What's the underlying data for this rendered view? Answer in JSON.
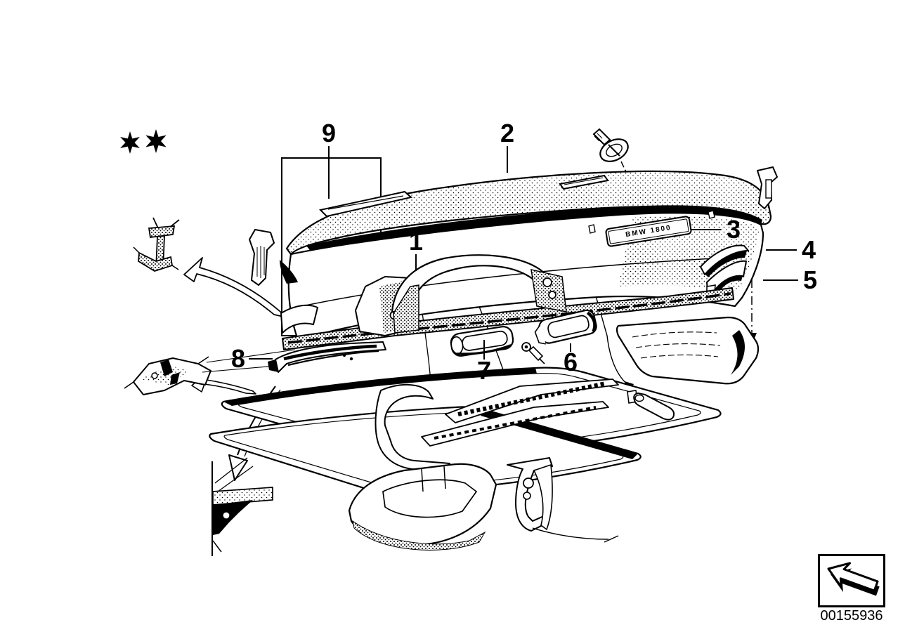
{
  "colors": {
    "ink": "#000000",
    "paper": "#ffffff"
  },
  "diagram": {
    "kind": "exploded-parts-diagram",
    "subject": "dashboard instrument panel trim",
    "stars": {
      "symbol": "six-pointed-star",
      "count": 2
    },
    "badge": {
      "text": "BMW 1800"
    },
    "callouts": [
      {
        "label": "1"
      },
      {
        "label": "2"
      },
      {
        "label": "3"
      },
      {
        "label": "4"
      },
      {
        "label": "5"
      },
      {
        "label": "6"
      },
      {
        "label": "7"
      },
      {
        "label": "8"
      },
      {
        "label": "9"
      }
    ],
    "footer": {
      "image_number": "00155936",
      "logo": "arrow-up-left-3d"
    }
  }
}
